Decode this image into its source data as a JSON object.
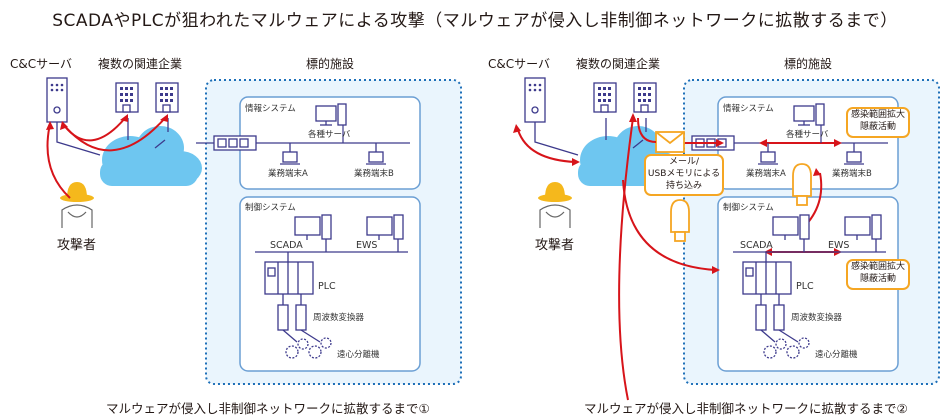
{
  "title": "SCADAやPLCが狙われたマルウェアによる攻撃（マルウェアが侵入し非制御ネットワークに拡散するまで）",
  "colors": {
    "line": "#3d3a8c",
    "arrow": "#d7141a",
    "cloud": "#6ec6f0",
    "facility_bg": "#eaf5fd",
    "facility_border": "#1d6fb8",
    "system_border": "#6b9fd4",
    "attacker_hat": "#f5b81c",
    "highlight": "#f5a623"
  },
  "panels": [
    {
      "labels": {
        "cc_server": "C&Cサーバ",
        "companies": "複数の関連企業",
        "target_facility": "標的施設",
        "attacker": "攻撃者",
        "info_system": "情報システム",
        "servers": "各種サーバ",
        "terminal_a": "業務端末A",
        "terminal_b": "業務端末B",
        "control_system": "制御システム",
        "scada": "SCADA",
        "ews": "EWS",
        "plc": "PLC",
        "inverter": "周波数変換器",
        "centrifuge": "遠心分離機"
      },
      "caption": "マルウェアが侵入し非制御ネットワークに拡散するまで①"
    },
    {
      "labels": {
        "cc_server": "C&Cサーバ",
        "companies": "複数の関連企業",
        "target_facility": "標的施設",
        "attacker": "攻撃者",
        "info_system": "情報システム",
        "servers": "各種サーバ",
        "terminal_a": "業務端末A",
        "terminal_b": "業務端末B",
        "control_system": "制御システム",
        "scada": "SCADA",
        "ews": "EWS",
        "plc": "PLC",
        "inverter": "周波数変換器",
        "centrifuge": "遠心分離機"
      },
      "intrusion_note": [
        "メール/",
        "USBメモリによる",
        "持ち込み"
      ],
      "spread_note_info": [
        "感染範囲拡大",
        "隠蔽活動"
      ],
      "spread_note_control": [
        "感染範囲拡大",
        "隠蔽活動"
      ],
      "caption": "マルウェアが侵入し非制御ネットワークに拡散するまで②"
    }
  ]
}
